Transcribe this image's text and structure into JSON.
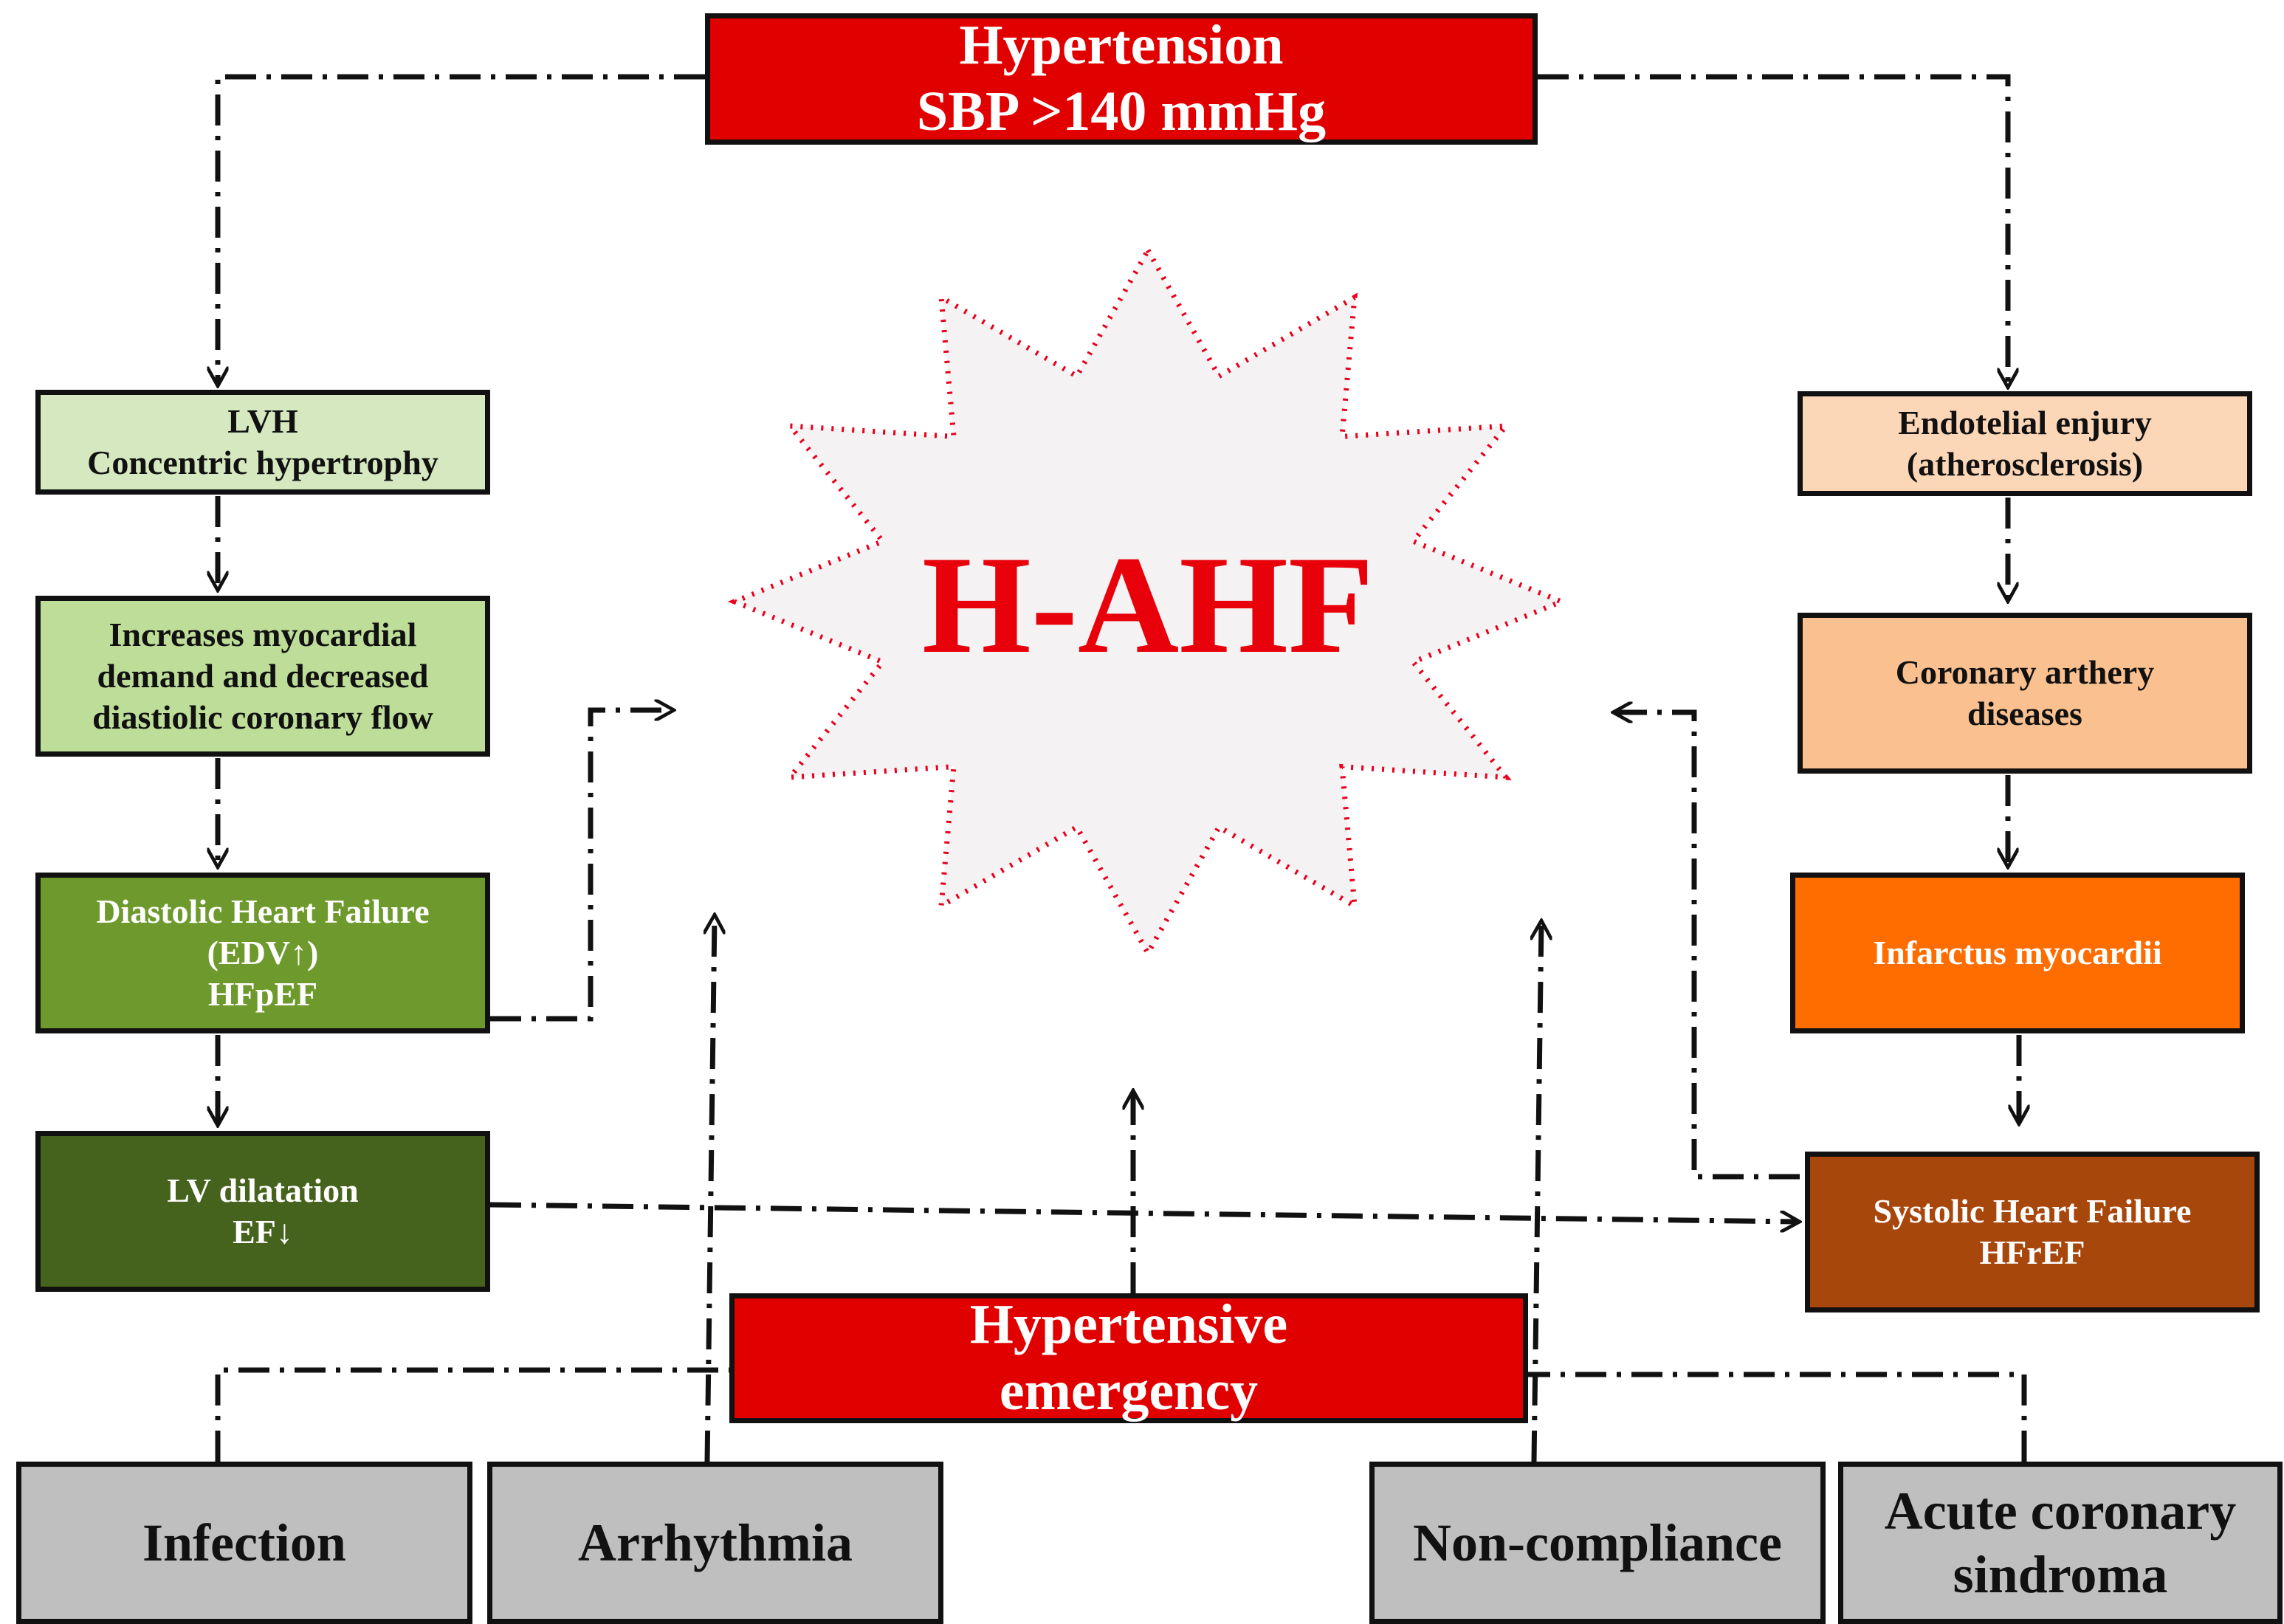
{
  "center": {
    "label": "H-AHF"
  },
  "top": {
    "line1": "Hypertension",
    "line2": "SBP >140 mmHg"
  },
  "bottom": {
    "line1": "Hypertensive",
    "line2": "emergency"
  },
  "left_chain": [
    {
      "lines": [
        "LVH",
        "Concentric hypertrophy"
      ],
      "fill": "#d5e8bf"
    },
    {
      "lines": [
        "Increases myocardial",
        "demand and decreased",
        "diastiolic coronary flow"
      ],
      "fill": "#bedd98"
    },
    {
      "lines": [
        "Diastolic Heart Failure",
        "(EDV↑)",
        "HFpEF"
      ],
      "fill": "#6e9a2d"
    },
    {
      "lines": [
        "LV dilatation",
        "EF↓"
      ],
      "fill": "#46631e"
    }
  ],
  "right_chain": [
    {
      "lines": [
        "Endotelial enjury",
        "(atherosclerosis)"
      ],
      "fill": "#fbd7b7"
    },
    {
      "lines": [
        "Coronary arthery",
        "diseases"
      ],
      "fill": "#fac08f"
    },
    {
      "lines": [
        "Infarctus myocardii"
      ],
      "fill": "#ff6d00"
    },
    {
      "lines": [
        "Systolic Heart Failure",
        "HFrEF"
      ],
      "fill": "#a8470c"
    }
  ],
  "triggers": [
    {
      "lines": [
        "Infection"
      ]
    },
    {
      "lines": [
        "Arrhythmia"
      ]
    },
    {
      "lines": [
        "Non-compliance"
      ]
    },
    {
      "lines": [
        "Acute coronary",
        "sindroma"
      ]
    }
  ],
  "colors": {
    "emergency_red": "#e00000",
    "burst_outline": "#e8001c",
    "burst_fill": "#f4f2f2",
    "trigger_gray": "#bfbfbf",
    "connector": "#111111"
  },
  "icons": {
    "burst": "star-burst-icon",
    "arrowhead": "arrowhead-icon"
  }
}
